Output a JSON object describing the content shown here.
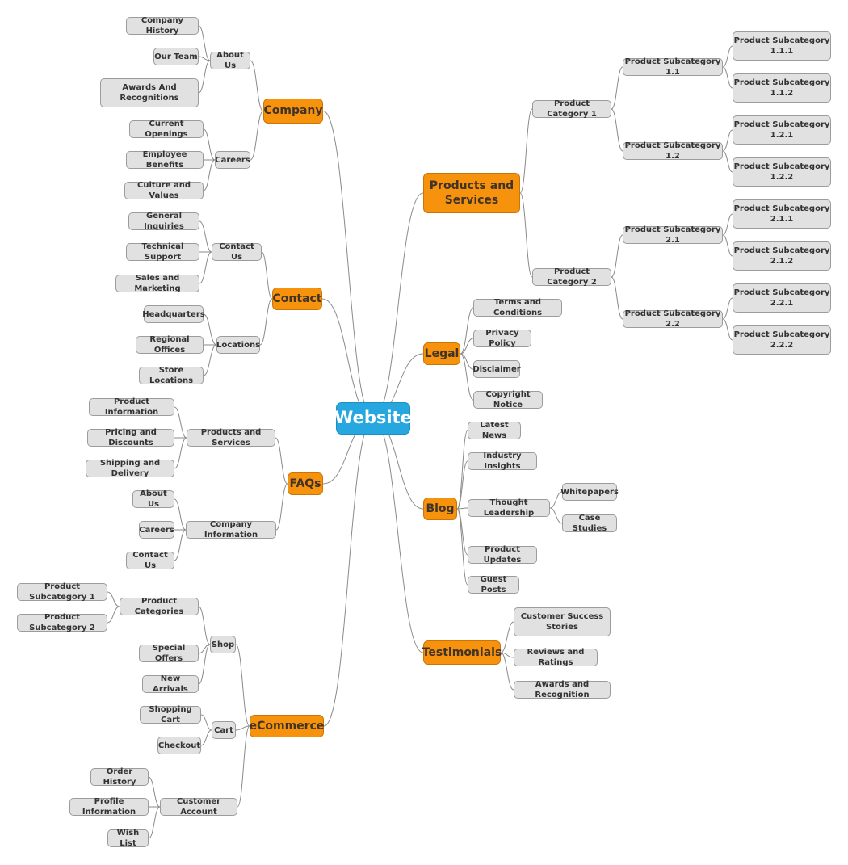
{
  "root": {
    "id": "website",
    "label": "Website"
  },
  "colors": {
    "root": "#27a7df",
    "branch": "#f7920c",
    "leaf": "#e1e1e1",
    "connector": "#8a8a8a"
  },
  "nodes": [
    {
      "id": "company",
      "label": "Company",
      "level": "main",
      "parent": "website"
    },
    {
      "id": "about_us",
      "label": "About Us",
      "level": "sub",
      "parent": "company"
    },
    {
      "id": "company_history",
      "label": "Company History",
      "level": "sub",
      "parent": "about_us"
    },
    {
      "id": "our_team",
      "label": "Our Team",
      "level": "sub",
      "parent": "about_us"
    },
    {
      "id": "awards_recognitions",
      "label": "Awards And\nRecognitions",
      "level": "sub",
      "parent": "about_us"
    },
    {
      "id": "careers",
      "label": "Careers",
      "level": "sub",
      "parent": "company"
    },
    {
      "id": "current_openings",
      "label": "Current Openings",
      "level": "sub",
      "parent": "careers"
    },
    {
      "id": "employee_benefits",
      "label": "Employee Benefits",
      "level": "sub",
      "parent": "careers"
    },
    {
      "id": "culture_values",
      "label": "Culture and Values",
      "level": "sub",
      "parent": "careers"
    },
    {
      "id": "contact",
      "label": "Contact",
      "level": "main",
      "parent": "website"
    },
    {
      "id": "contact_us",
      "label": "Contact Us",
      "level": "sub",
      "parent": "contact"
    },
    {
      "id": "general_inquiries",
      "label": "General Inquiries",
      "level": "sub",
      "parent": "contact_us"
    },
    {
      "id": "technical_support",
      "label": "Technical Support",
      "level": "sub",
      "parent": "contact_us"
    },
    {
      "id": "sales_marketing",
      "label": "Sales and Marketing",
      "level": "sub",
      "parent": "contact_us"
    },
    {
      "id": "locations",
      "label": "Locations",
      "level": "sub",
      "parent": "contact"
    },
    {
      "id": "headquarters",
      "label": "Headquarters",
      "level": "sub",
      "parent": "locations"
    },
    {
      "id": "regional_offices",
      "label": "Regional Offices",
      "level": "sub",
      "parent": "locations"
    },
    {
      "id": "store_locations",
      "label": "Store Locations",
      "level": "sub",
      "parent": "locations"
    },
    {
      "id": "faqs",
      "label": "FAQs",
      "level": "main",
      "parent": "website"
    },
    {
      "id": "faq_products_services",
      "label": "Products and Services",
      "level": "sub",
      "parent": "faqs"
    },
    {
      "id": "product_information",
      "label": "Product Information",
      "level": "sub",
      "parent": "faq_products_services"
    },
    {
      "id": "pricing_discounts",
      "label": "Pricing and Discounts",
      "level": "sub",
      "parent": "faq_products_services"
    },
    {
      "id": "shipping_delivery",
      "label": "Shipping and Delivery",
      "level": "sub",
      "parent": "faq_products_services"
    },
    {
      "id": "company_information",
      "label": "Company Information",
      "level": "sub",
      "parent": "faqs"
    },
    {
      "id": "faq_about_us",
      "label": "About Us",
      "level": "sub",
      "parent": "company_information"
    },
    {
      "id": "faq_careers",
      "label": "Careers",
      "level": "sub",
      "parent": "company_information"
    },
    {
      "id": "faq_contact_us",
      "label": "Contact Us",
      "level": "sub",
      "parent": "company_information"
    },
    {
      "id": "ecommerce",
      "label": "eCommerce",
      "level": "main",
      "parent": "website"
    },
    {
      "id": "shop",
      "label": "Shop",
      "level": "sub",
      "parent": "ecommerce"
    },
    {
      "id": "product_categories",
      "label": "Product Categories",
      "level": "sub",
      "parent": "shop"
    },
    {
      "id": "shop_sub1",
      "label": "Product Subcategory 1",
      "level": "sub",
      "parent": "product_categories"
    },
    {
      "id": "shop_sub2",
      "label": "Product Subcategory 2",
      "level": "sub",
      "parent": "product_categories"
    },
    {
      "id": "special_offers",
      "label": "Special Offers",
      "level": "sub",
      "parent": "shop"
    },
    {
      "id": "new_arrivals",
      "label": "New Arrivals",
      "level": "sub",
      "parent": "shop"
    },
    {
      "id": "cart",
      "label": "Cart",
      "level": "sub",
      "parent": "ecommerce"
    },
    {
      "id": "shopping_cart",
      "label": "Shopping Cart",
      "level": "sub",
      "parent": "cart"
    },
    {
      "id": "checkout",
      "label": "Checkout",
      "level": "sub",
      "parent": "cart"
    },
    {
      "id": "customer_account",
      "label": "Customer Account",
      "level": "sub",
      "parent": "ecommerce"
    },
    {
      "id": "order_history",
      "label": "Order History",
      "level": "sub",
      "parent": "customer_account"
    },
    {
      "id": "profile_information",
      "label": "Profile Information",
      "level": "sub",
      "parent": "customer_account"
    },
    {
      "id": "wish_list",
      "label": "Wish List",
      "level": "sub",
      "parent": "customer_account"
    },
    {
      "id": "products_services",
      "label": "Products and\nServices",
      "level": "main",
      "parent": "website"
    },
    {
      "id": "cat1",
      "label": "Product Category 1",
      "level": "sub",
      "parent": "products_services"
    },
    {
      "id": "sub11",
      "label": "Product Subcategory 1.1",
      "level": "sub",
      "parent": "cat1"
    },
    {
      "id": "sub111",
      "label": "Product Subcategory\n1.1.1",
      "level": "sub",
      "parent": "sub11"
    },
    {
      "id": "sub112",
      "label": "Product Subcategory\n1.1.2",
      "level": "sub",
      "parent": "sub11"
    },
    {
      "id": "sub12",
      "label": "Product Subcategory 1.2",
      "level": "sub",
      "parent": "cat1"
    },
    {
      "id": "sub121",
      "label": "Product Subcategory\n1.2.1",
      "level": "sub",
      "parent": "sub12"
    },
    {
      "id": "sub122",
      "label": "Product Subcategory\n1.2.2",
      "level": "sub",
      "parent": "sub12"
    },
    {
      "id": "cat2",
      "label": "Product Category 2",
      "level": "sub",
      "parent": "products_services"
    },
    {
      "id": "sub21",
      "label": "Product Subcategory 2.1",
      "level": "sub",
      "parent": "cat2"
    },
    {
      "id": "sub211",
      "label": "Product Subcategory\n2.1.1",
      "level": "sub",
      "parent": "sub21"
    },
    {
      "id": "sub212",
      "label": "Product Subcategory\n2.1.2",
      "level": "sub",
      "parent": "sub21"
    },
    {
      "id": "sub22",
      "label": "Product Subcategory 2.2",
      "level": "sub",
      "parent": "cat2"
    },
    {
      "id": "sub221",
      "label": "Product Subcategory\n2.2.1",
      "level": "sub",
      "parent": "sub22"
    },
    {
      "id": "sub222",
      "label": "Product Subcategory\n2.2.2",
      "level": "sub",
      "parent": "sub22"
    },
    {
      "id": "legal",
      "label": "Legal",
      "level": "main",
      "parent": "website"
    },
    {
      "id": "terms",
      "label": "Terms and Conditions",
      "level": "sub",
      "parent": "legal"
    },
    {
      "id": "privacy",
      "label": "Privacy Policy",
      "level": "sub",
      "parent": "legal"
    },
    {
      "id": "disclaimer",
      "label": "Disclaimer",
      "level": "sub",
      "parent": "legal"
    },
    {
      "id": "copyright",
      "label": "Copyright Notice",
      "level": "sub",
      "parent": "legal"
    },
    {
      "id": "blog",
      "label": "Blog",
      "level": "main",
      "parent": "website"
    },
    {
      "id": "latest_news",
      "label": "Latest News",
      "level": "sub",
      "parent": "blog"
    },
    {
      "id": "industry_insights",
      "label": "Industry Insights",
      "level": "sub",
      "parent": "blog"
    },
    {
      "id": "thought_leadership",
      "label": "Thought Leadership",
      "level": "sub",
      "parent": "blog"
    },
    {
      "id": "whitepapers",
      "label": "Whitepapers",
      "level": "sub",
      "parent": "thought_leadership"
    },
    {
      "id": "case_studies",
      "label": "Case Studies",
      "level": "sub",
      "parent": "thought_leadership"
    },
    {
      "id": "product_updates",
      "label": "Product Updates",
      "level": "sub",
      "parent": "blog"
    },
    {
      "id": "guest_posts",
      "label": "Guest Posts",
      "level": "sub",
      "parent": "blog"
    },
    {
      "id": "testimonials",
      "label": "Testimonials",
      "level": "main",
      "parent": "website"
    },
    {
      "id": "customer_success",
      "label": "Customer Success\nStories",
      "level": "sub",
      "parent": "testimonials"
    },
    {
      "id": "reviews_ratings",
      "label": "Reviews and Ratings",
      "level": "sub",
      "parent": "testimonials"
    },
    {
      "id": "awards_recognition",
      "label": "Awards and Recognition",
      "level": "sub",
      "parent": "testimonials"
    }
  ]
}
